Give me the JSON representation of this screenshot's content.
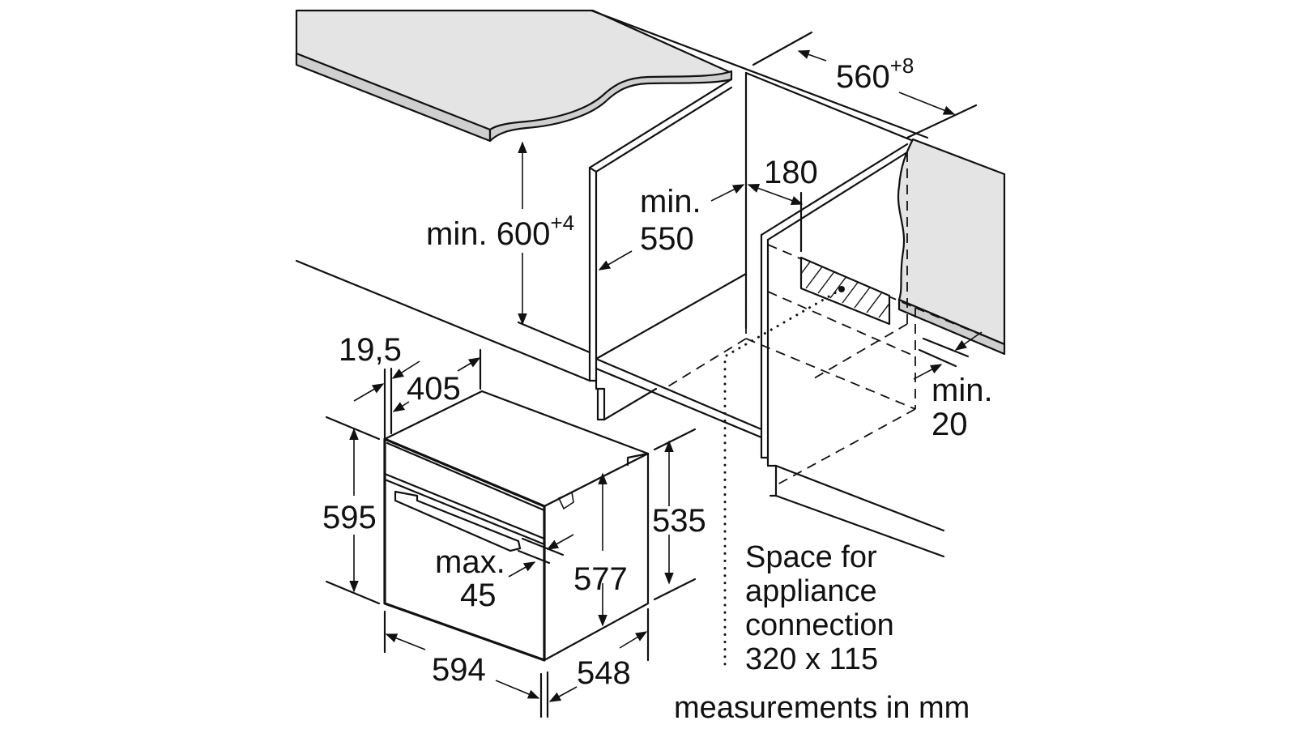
{
  "diagram": {
    "title": "Built-in oven installation dimensions",
    "colors": {
      "line": "#111111",
      "countertop_fill": "#e4e4e4",
      "countertop_edge": "#cfcfcf",
      "background": "#ffffff"
    },
    "dimensions": {
      "niche_width": {
        "value": "560",
        "superscript": "+8"
      },
      "niche_height": {
        "prefix": "min. ",
        "value": "600",
        "superscript": "+4"
      },
      "niche_depth": {
        "line1": "min.",
        "line2": "550"
      },
      "connection_offset": "180",
      "rear_gap": {
        "line1": "min.",
        "line2": "20"
      },
      "front_frame_thickness": "19,5",
      "frame_offset": "405",
      "oven_height": "595",
      "oven_width": "594",
      "oven_depth": "548",
      "body_height": "535",
      "housing_height": "577",
      "door_protrusion": {
        "line1": "max.",
        "line2": "45"
      }
    },
    "connection_note": {
      "line1": "Space for",
      "line2": "appliance",
      "line3": "connection",
      "line4": "320 x 115"
    },
    "units_note": "measurements in mm"
  }
}
